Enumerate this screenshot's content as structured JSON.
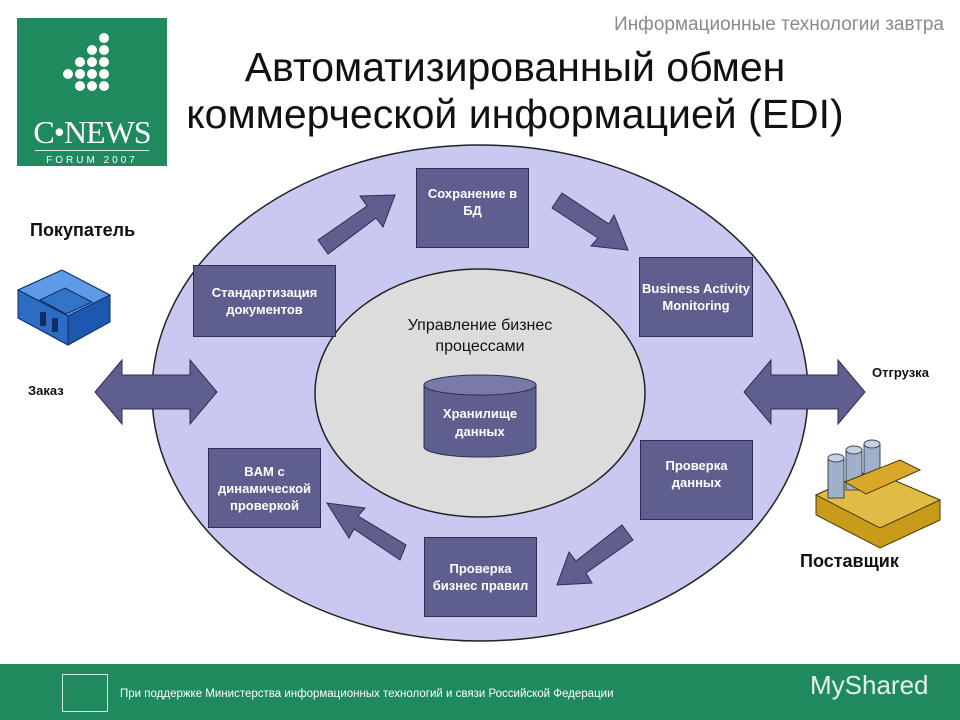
{
  "header": {
    "tagline": "Информационные технологии завтра",
    "title_line1": "Автоматизированный обмен",
    "title_line2": "коммерческой информацией (EDI)"
  },
  "logo": {
    "name": "C•NEWS",
    "sub": "FORUM 2007",
    "icon": "dots-pyramid-icon",
    "color": "#1e8a5e"
  },
  "diagram": {
    "outer_fill": "#c8c8f0",
    "inner_fill": "#dcdcdc",
    "box_fill": "#5f5f8f",
    "center_label": "Управление бизнес процессами",
    "storage": "Хранилище данных",
    "boxes": {
      "save": "Сохранение в БД",
      "standard": "Стандартизация документов",
      "bam_monitor": "Business Activity Monitoring",
      "bam_check": "BAM с динамической проверкой",
      "data_check": "Проверка данных",
      "rules_check": "Проверка бизнес правил"
    },
    "buyer": "Покупатель",
    "supplier": "Поставщик",
    "order": "Заказ",
    "shipment": "Отгрузка"
  },
  "footer": {
    "text": "При поддержке Министерства информационных технологий и связи Российской Федерации",
    "watermark": "MyShared",
    "color": "#1e8a5e"
  }
}
